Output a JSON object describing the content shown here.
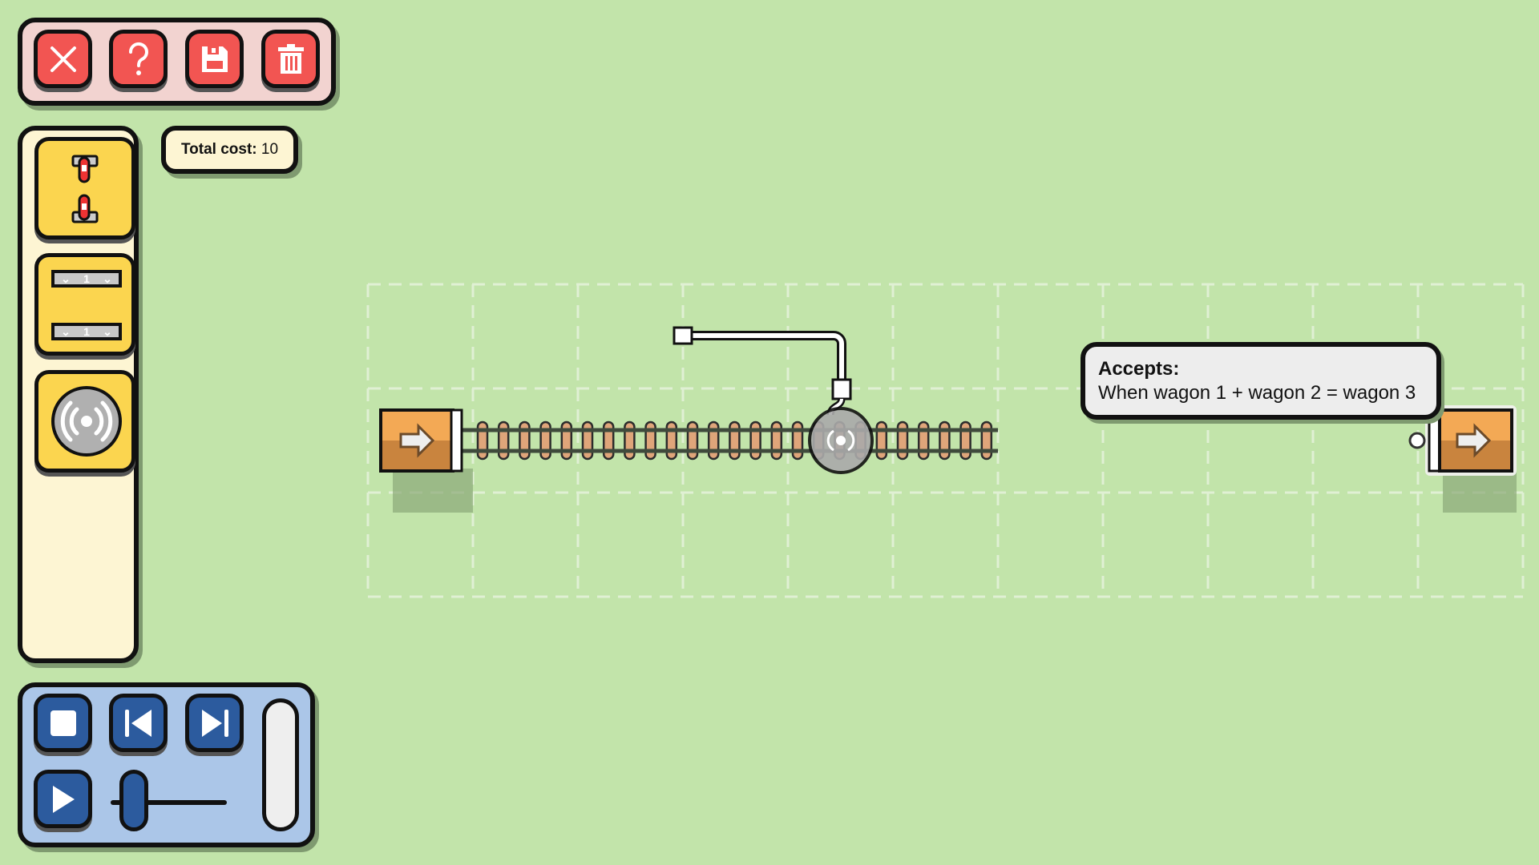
{
  "toolbar": {
    "buttons": [
      {
        "name": "close",
        "icon": "close-icon"
      },
      {
        "name": "help",
        "icon": "help-icon"
      },
      {
        "name": "save",
        "icon": "save-icon"
      },
      {
        "name": "delete",
        "icon": "trash-icon"
      }
    ]
  },
  "cost": {
    "label": "Total cost:",
    "value": "10"
  },
  "palette": {
    "items": [
      {
        "name": "coupler",
        "icon": "coupler-icon"
      },
      {
        "name": "counter",
        "values": [
          "1",
          "1"
        ]
      },
      {
        "name": "sensor",
        "icon": "sensor-icon"
      }
    ]
  },
  "tooltip": {
    "title": "Accepts:",
    "text": "When wagon 1 + wagon 2 = wagon 3"
  },
  "playback": {
    "speed_fraction": 0.2
  },
  "colors": {
    "background": "#c2e4aa",
    "toolbar_bg": "#f2d3d0",
    "button_red": "#f25552",
    "palette_bg": "#fdf5d3",
    "tool_yellow": "#fbd54f",
    "control_bg": "#abc6e8",
    "button_blue": "#2c5b9e",
    "station": "#f3a955"
  }
}
